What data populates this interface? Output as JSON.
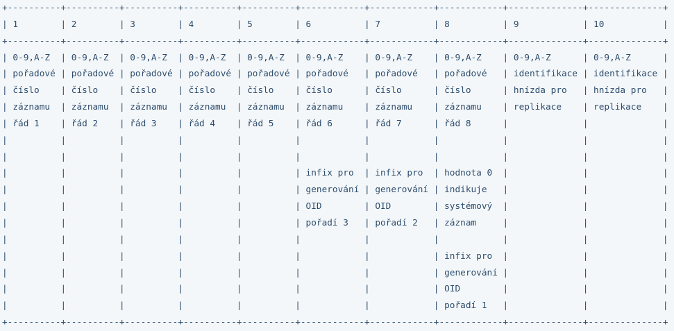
{
  "colors": {
    "background": "#f4f7f9",
    "text": "#2d4d6e"
  },
  "ascii_table": {
    "headers": [
      "1",
      "2",
      "3",
      "4",
      "5",
      "6",
      "7",
      "8",
      "9",
      "10"
    ],
    "columns": [
      {
        "header": "1",
        "cells": [
          "0-9,A-Z",
          "pořadové",
          "číslo",
          "záznamu",
          "řád 1"
        ]
      },
      {
        "header": "2",
        "cells": [
          "0-9,A-Z",
          "pořadové",
          "číslo",
          "záznamu",
          "řád 2"
        ]
      },
      {
        "header": "3",
        "cells": [
          "0-9,A-Z",
          "pořadové",
          "číslo",
          "záznamu",
          "řád 3"
        ]
      },
      {
        "header": "4",
        "cells": [
          "0-9,A-Z",
          "pořadové",
          "číslo",
          "záznamu",
          "řád 4"
        ]
      },
      {
        "header": "5",
        "cells": [
          "0-9,A-Z",
          "pořadové",
          "číslo",
          "záznamu",
          "řád 5"
        ]
      },
      {
        "header": "6",
        "cells": [
          "0-9,A-Z",
          "pořadové",
          "číslo",
          "záznamu",
          "řád 6",
          "",
          "",
          "infix pro",
          "generování",
          "OID",
          "pořadí 3"
        ]
      },
      {
        "header": "7",
        "cells": [
          "0-9,A-Z",
          "pořadové",
          "číslo",
          "záznamu",
          "řád 7",
          "",
          "",
          "infix pro",
          "generování",
          "OID",
          "pořadí 2"
        ]
      },
      {
        "header": "8",
        "cells": [
          "0-9,A-Z",
          "pořadové",
          "číslo",
          "záznamu",
          "řád 8",
          "",
          "",
          "hodnota 0",
          "indikuje",
          "systémový",
          "záznam",
          "",
          "infix pro",
          "generování",
          "OID",
          "pořadí 1"
        ]
      },
      {
        "header": "9",
        "cells": [
          "0-9,A-Z",
          "identifikace",
          "hnízda pro",
          "replikace"
        ]
      },
      {
        "header": "10",
        "cells": [
          "0-9,A-Z",
          "identifikace",
          "hnízda pro",
          "replikace"
        ]
      }
    ],
    "lines": [
      "+----------+----------+----------+----------+----------+------------+------------+------------+--------------+--------------+",
      "| 1        | 2        | 3        | 4        | 5        | 6          | 7          | 8          | 9            | 10           |",
      "+----------+----------+----------+----------+----------+------------+------------+------------+--------------+--------------+",
      "| 0-9,A-Z  | 0-9,A-Z  | 0-9,A-Z  | 0-9,A-Z  | 0-9,A-Z  | 0-9,A-Z    | 0-9,A-Z    | 0-9,A-Z    | 0-9,A-Z      | 0-9,A-Z      |",
      "| pořadové | pořadové | pořadové | pořadové | pořadové | pořadové   | pořadové   | pořadové   | identifikace | identifikace |",
      "| číslo    | číslo    | číslo    | číslo    | číslo    | číslo      | číslo      | číslo      | hnízda pro   | hnízda pro   |",
      "| záznamu  | záznamu  | záznamu  | záznamu  | záznamu  | záznamu    | záznamu    | záznamu    | replikace    | replikace    |",
      "| řád 1    | řád 2    | řád 3    | řád 4    | řád 5    | řád 6      | řád 7      | řád 8      |              |              |",
      "|          |          |          |          |          |            |            |            |              |              |",
      "|          |          |          |          |          |            |            |            |              |              |",
      "|          |          |          |          |          | infix pro  | infix pro  | hodnota 0  |              |              |",
      "|          |          |          |          |          | generování | generování | indikuje   |              |              |",
      "|          |          |          |          |          | OID        | OID        | systémový  |              |              |",
      "|          |          |          |          |          | pořadí 3   | pořadí 2   | záznam     |              |              |",
      "|          |          |          |          |          |            |            |            |              |              |",
      "|          |          |          |          |          |            |            | infix pro  |              |              |",
      "|          |          |          |          |          |            |            | generování |              |              |",
      "|          |          |          |          |          |            |            | OID        |              |              |",
      "|          |          |          |          |          |            |            | pořadí 1   |              |              |",
      "+----------+----------+----------+----------+----------+------------+------------+------------+--------------+--------------+"
    ]
  }
}
